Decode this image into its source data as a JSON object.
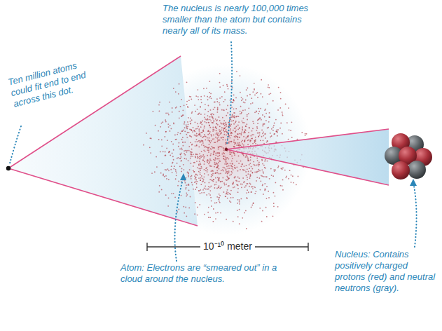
{
  "diagram": {
    "labels": [
      "Ten million atoms could fit end to end across this dot.",
      "The nucleus is nearly 100,000 times smaller than the atom but contains nearly all of its mass.",
      "10⁻¹⁰ meter",
      "Atom: Electrons are “smeared out” in a cloud around the nucleus.",
      "Nucleus: Contains positively charged protons (red) and neutral neutrons (gray)."
    ]
  }
}
